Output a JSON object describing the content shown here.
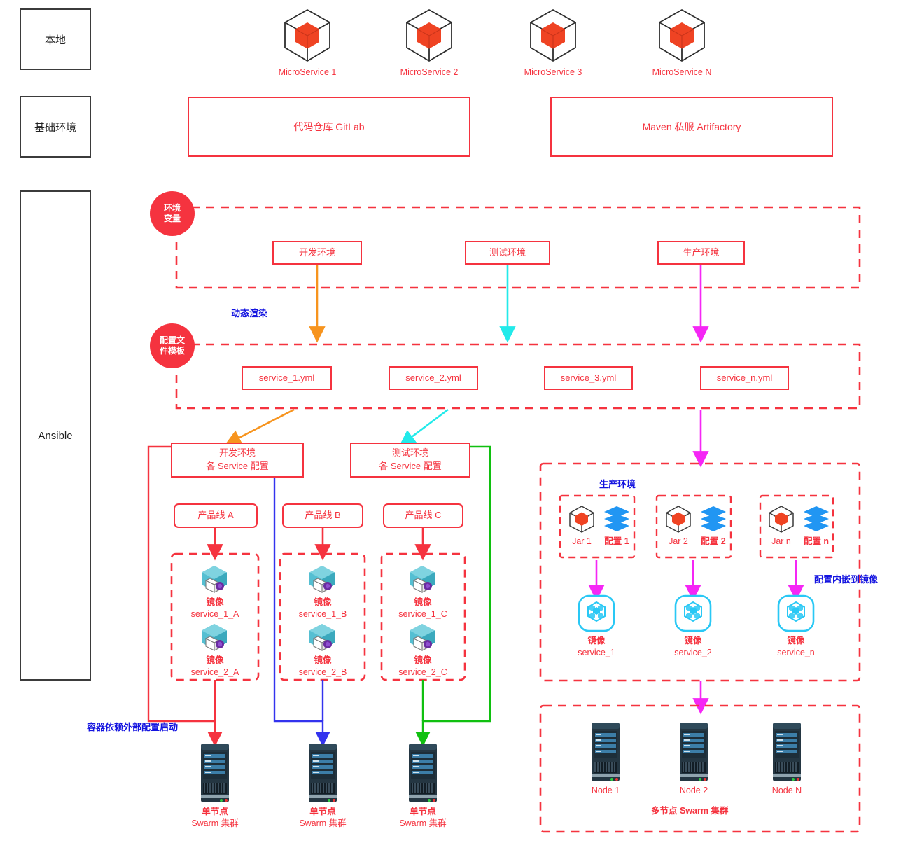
{
  "meta": {
    "title": "Ansible 微服务持续交付架构图",
    "colors": {
      "red": "#f5333f",
      "orange": "#f7941e",
      "cyan": "#22eaea",
      "magenta": "#f526f5",
      "blue": "#3333ee",
      "green": "#10c010",
      "dark": "#2b3a46",
      "teal": "#4cb5c8",
      "docker_blue": "#2196f3"
    }
  },
  "rail": {
    "items": [
      {
        "label": "本地"
      },
      {
        "label": "基础环境"
      },
      {
        "label": "Ansible"
      }
    ]
  },
  "local_layer": {
    "microservices": [
      {
        "label": "MicroService 1",
        "icon": "cube-icon"
      },
      {
        "label": "MicroService 2",
        "icon": "cube-icon"
      },
      {
        "label": "MicroService 3",
        "icon": "cube-icon"
      },
      {
        "label": "MicroService N",
        "icon": "cube-icon"
      }
    ]
  },
  "base_layer": {
    "boxes": [
      {
        "label": "代码仓库 GitLab"
      },
      {
        "label": "Maven 私服 Artifactory"
      }
    ]
  },
  "env_var_layer": {
    "badge": "环境\n变量",
    "badge_line1": "环境",
    "badge_line2": "变量",
    "envs": [
      {
        "label": "开发环境",
        "arrow_color": "#f7941e"
      },
      {
        "label": "测试环境",
        "arrow_color": "#22eaea"
      },
      {
        "label": "生产环境",
        "arrow_color": "#f526f5"
      }
    ]
  },
  "render_note": "动态渲染",
  "config_tpl_layer": {
    "badge_line1": "配置文",
    "badge_line2": "件模板",
    "files": [
      {
        "label": "service_1.yml"
      },
      {
        "label": "service_2.yml"
      },
      {
        "label": "service_3.yml"
      },
      {
        "label": "service_n.yml"
      }
    ]
  },
  "service_config": [
    {
      "line1": "开发环境",
      "line2": "各 Service 配置"
    },
    {
      "line1": "测试环境",
      "line2": "各 Service 配置"
    }
  ],
  "product_lines": [
    {
      "label": "产品线 A",
      "images": [
        {
          "cap": "镜像",
          "name": "service_1_A",
          "icon": "image-cube-icon"
        },
        {
          "cap": "镜像",
          "name": "service_2_A",
          "icon": "image-cube-icon"
        }
      ]
    },
    {
      "label": "产品线 B",
      "images": [
        {
          "cap": "镜像",
          "name": "service_1_B",
          "icon": "image-cube-icon"
        },
        {
          "cap": "镜像",
          "name": "service_2_B",
          "icon": "image-cube-icon"
        }
      ]
    },
    {
      "label": "产品线 C",
      "images": [
        {
          "cap": "镜像",
          "name": "service_1_C",
          "icon": "image-cube-icon"
        },
        {
          "cap": "镜像",
          "name": "service_2_C",
          "icon": "image-cube-icon"
        }
      ]
    }
  ],
  "external_config_note": "容器依赖外部配置启动",
  "single_node_clusters": [
    {
      "cap": "单节点",
      "name": "Swarm 集群",
      "icon": "server-icon"
    },
    {
      "cap": "单节点",
      "name": "Swarm 集群",
      "icon": "server-icon"
    },
    {
      "cap": "单节点",
      "name": "Swarm 集群",
      "icon": "server-icon"
    }
  ],
  "production": {
    "title": "生产环境",
    "embed_note": "配置内嵌到镜像",
    "units": [
      {
        "jar": "Jar 1",
        "config": "配置 1",
        "image_cap": "镜像",
        "image_name": "service_1"
      },
      {
        "jar": "Jar 2",
        "config": "配置 2",
        "image_cap": "镜像",
        "image_name": "service_2"
      },
      {
        "jar": "Jar n",
        "config": "配置 n",
        "image_cap": "镜像",
        "image_name": "service_n"
      }
    ]
  },
  "multi_node": {
    "title": "多节点 Swarm 集群",
    "nodes": [
      {
        "label": "Node 1",
        "icon": "server-icon"
      },
      {
        "label": "Node 2",
        "icon": "server-icon"
      },
      {
        "label": "Node N",
        "icon": "server-icon"
      }
    ]
  }
}
